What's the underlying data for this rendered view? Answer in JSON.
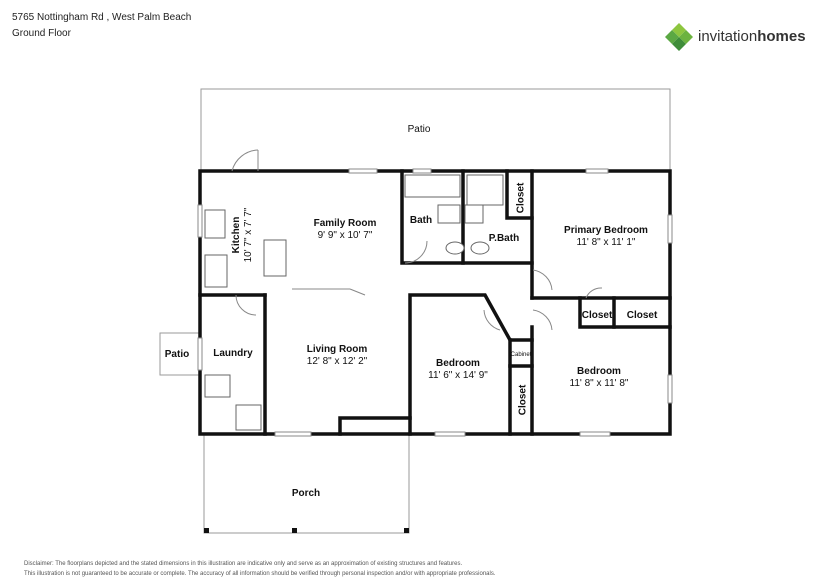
{
  "header": {
    "address": "5765 Nottingham Rd , West Palm Beach",
    "floor": "Ground Floor"
  },
  "logo": {
    "brand_light": "invitation",
    "brand_bold": "homes",
    "colors": [
      "#8dc63f",
      "#5ba843",
      "#3f8d3a"
    ]
  },
  "rooms": {
    "patio_top": "Patio",
    "kitchen": {
      "name": "Kitchen",
      "dims": "10' 7\" x 7' 7\""
    },
    "family_room": {
      "name": "Family Room",
      "dims": "9' 9\" x 10' 7\""
    },
    "bath": "Bath",
    "closet_1": "Closet",
    "p_bath": "P.Bath",
    "primary_bedroom": {
      "name": "Primary Bedroom",
      "dims": "11' 8\" x 11' 1\""
    },
    "patio_side": "Patio",
    "laundry": "Laundry",
    "living_room": {
      "name": "Living Room",
      "dims": "12' 8\" x 12' 2\""
    },
    "bedroom_1": {
      "name": "Bedroom",
      "dims": "11' 6\" x 14' 9\""
    },
    "cabinet": "Cabinet",
    "closet_2": "Closet",
    "closet_3": "Closet",
    "closet_4": "Closet",
    "bedroom_2": {
      "name": "Bedroom",
      "dims": "11' 8\" x 11' 8\""
    },
    "porch": "Porch"
  },
  "disclaimer": {
    "line1": "Disclaimer: The floorplans depicted and the stated dimensions in this illustration are indicative only and serve as an approximation of existing structures and features.",
    "line2": "This illustration is not guaranteed to be accurate or complete. The accuracy of all information should be verified through personal inspection and/or with appropriate professionals."
  }
}
